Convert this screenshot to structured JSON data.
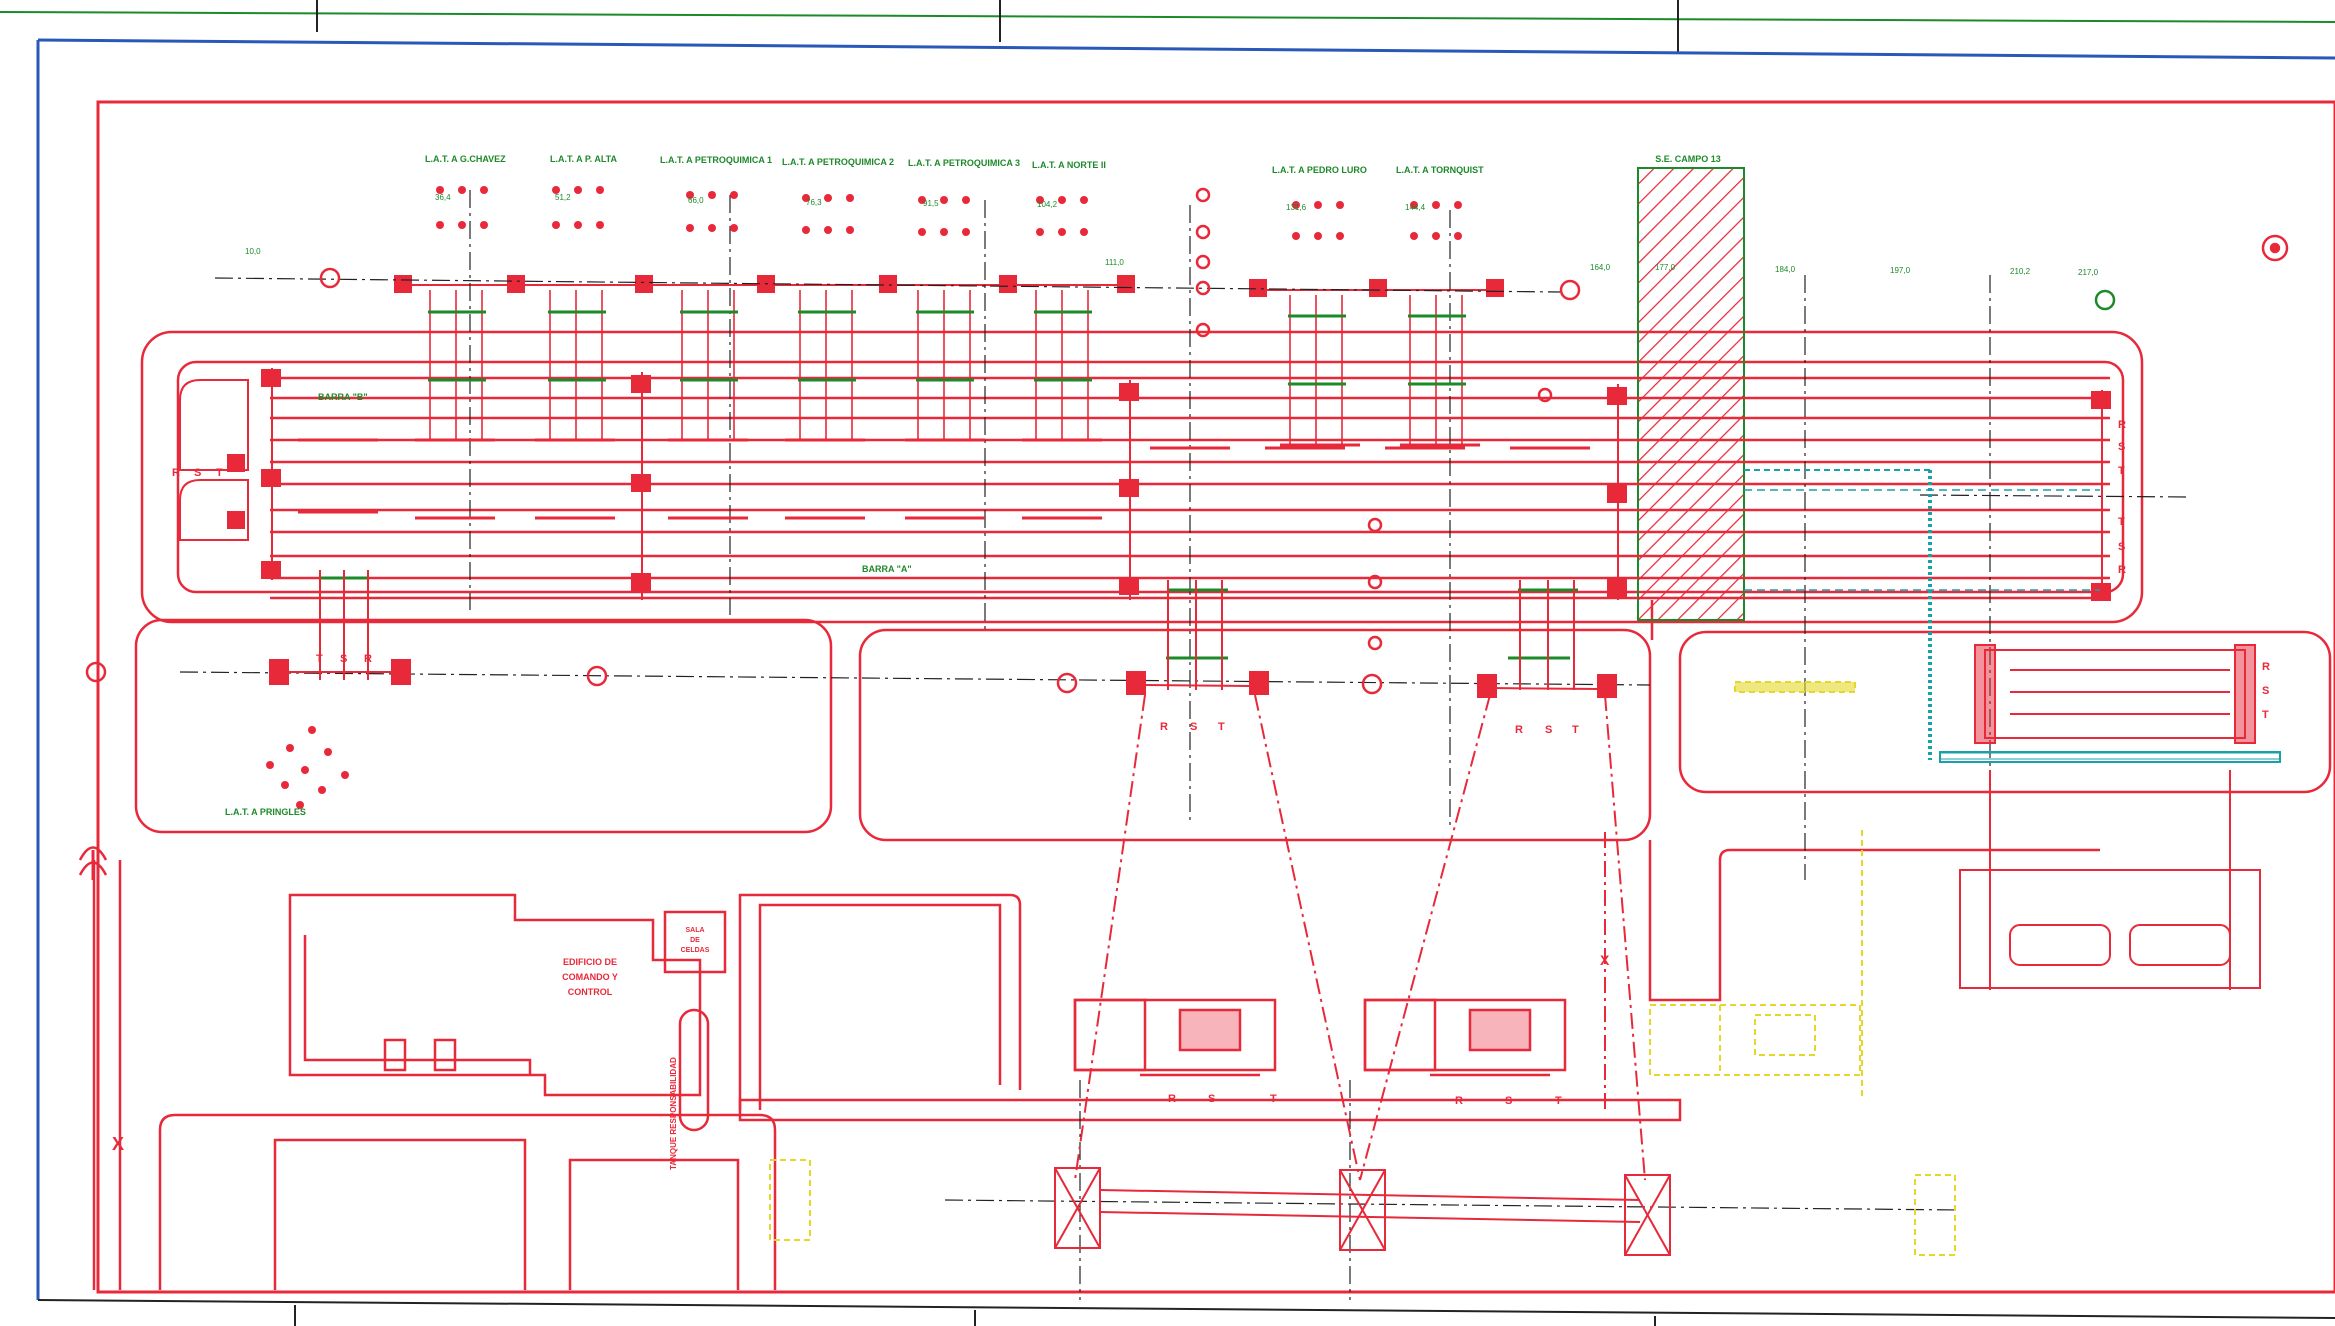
{
  "colors": {
    "structure": "#e8293a",
    "label": "#1d8a2a",
    "future": "#e5d82a",
    "border": "#2a58b8",
    "cable": "#1aa0a8"
  },
  "lines": [
    {
      "id": "chavez",
      "label": "L.A.T. A G.CHAVEZ",
      "km": "36,4"
    },
    {
      "id": "alta",
      "label": "L.A.T. A P. ALTA",
      "km": "51,2"
    },
    {
      "id": "petro1",
      "label": "L.A.T. A PETROQUIMICA 1",
      "km": "66,0"
    },
    {
      "id": "petro2",
      "label": "L.A.T. A PETROQUIMICA 2",
      "km": "76,3"
    },
    {
      "id": "petro3",
      "label": "L.A.T. A PETROQUIMICA 3",
      "km": "91,5"
    },
    {
      "id": "norte",
      "label": "L.A.T. A NORTE II",
      "km": "104,2"
    },
    {
      "id": "luro",
      "label": "L.A.T. A PEDRO LURO",
      "km": "131,6"
    },
    {
      "id": "tornquist",
      "label": "L.A.T. A TORNQUIST",
      "km": "144,4"
    }
  ],
  "pringles_label": "L.A.T. A PRINGLES",
  "campo_label": "S.E. CAMPO 13",
  "bar_b": "BARRA \"B\"",
  "bar_a": "BARRA \"A\"",
  "building": {
    "line1": "EDIFICIO DE",
    "line2": "COMANDO Y",
    "line3": "CONTROL"
  },
  "sala": {
    "line1": "SALA",
    "line2": "DE",
    "line3": "CELDAS"
  },
  "tank": "TANQUE RESPONSABILIDAD",
  "dims": {
    "d1": "164,0",
    "d2": "177,0",
    "d3": "184,0",
    "d4": "197,0",
    "d5": "210,2",
    "d6": "217,0",
    "d7": "111,0",
    "d8": "10,0"
  },
  "phases": {
    "r": "R",
    "s": "S",
    "t": "T"
  },
  "markers": {
    "x1": "X",
    "x2": "X"
  }
}
